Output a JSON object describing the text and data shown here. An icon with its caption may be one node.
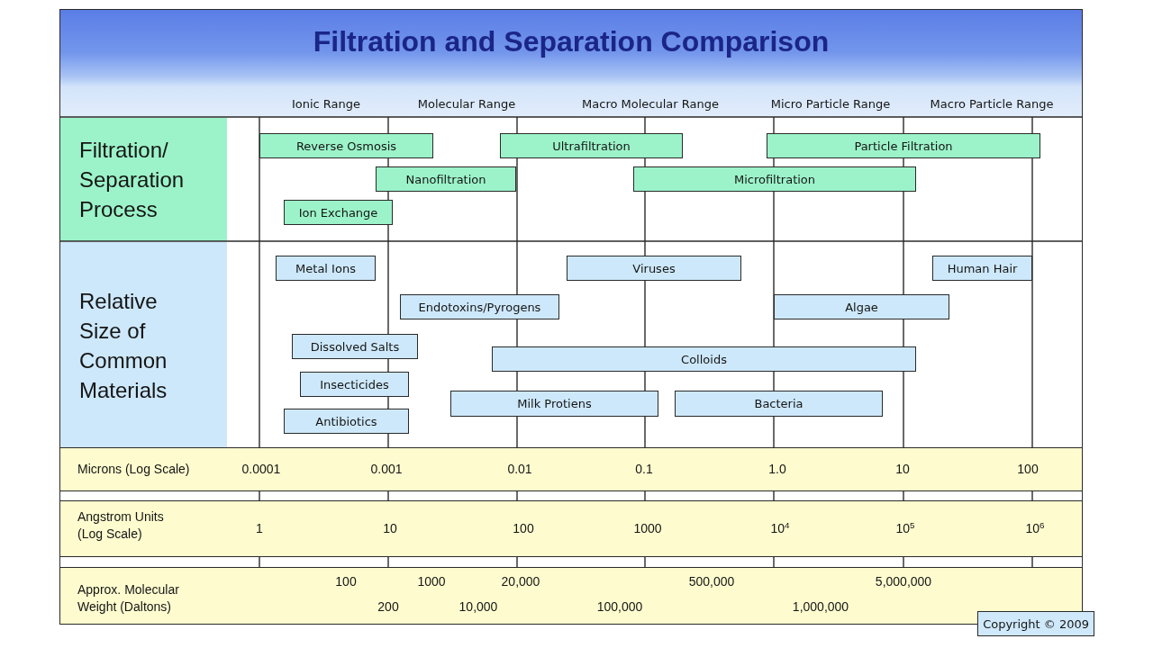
{
  "diagram": {
    "title": "Filtration and Separation Comparison",
    "nodes": [
      {
        "text": [
          "Filtration/ Separation Process"
        ]
      },
      {
        "text": [
          "Reverse Osmosis"
        ]
      },
      {
        "text": [
          "Ultrafiltration"
        ]
      },
      {
        "text": [
          "Particle Filtration"
        ]
      },
      {
        "text": [
          "Nanofiltration"
        ]
      },
      {
        "text": [
          "Microfiltration"
        ]
      },
      {
        "text": [
          "Ion Exchange"
        ]
      },
      {
        "text": [
          "Relative Size of Common Materials"
        ]
      },
      {
        "text": [
          "Metal Ions"
        ]
      },
      {
        "text": [
          "Viruses"
        ]
      },
      {
        "text": [
          "Human Hair"
        ]
      },
      {
        "text": [
          "Endotoxins/Pyrogens"
        ]
      },
      {
        "text": [
          "Algae"
        ]
      },
      {
        "text": [
          "Dissolved Salts"
        ]
      },
      {
        "text": [
          "Colloids"
        ]
      },
      {
        "text": [
          "Insecticides"
        ]
      },
      {
        "text": [
          "Milk Protiens"
        ]
      },
      {
        "text": [
          "Bacteria"
        ]
      },
      {
        "text": [
          "Antibiotics"
        ]
      },
      {
        "text": [
          "Microns (Log Scale)",
          "0.0001",
          "0.001",
          "0.01",
          "0.1",
          "1.0",
          "10",
          "100"
        ]
      },
      {
        "text": [
          "Angstrom Units (Log Scale)",
          "1",
          "10",
          "100",
          "1000",
          "10$^{4}$",
          "10$^{5}$",
          "10$^{6}$"
        ]
      },
      {
        "text": [
          "Approx. Molecular Weight (Daltons)",
          "100",
          "1000",
          "20,000",
          "500,000",
          "5,000,000",
          "200",
          "10,000",
          "100,000",
          "1,000,000"
        ]
      },
      {
        "text": [
          "Copyright © 2009"
        ]
      }
    ],
    "labels": [
      "Ionic Range",
      "Molecular Range",
      "Macro Molecular Range",
      "Micro Particle Range",
      "Macro Particle Range"
    ]
  }
}
